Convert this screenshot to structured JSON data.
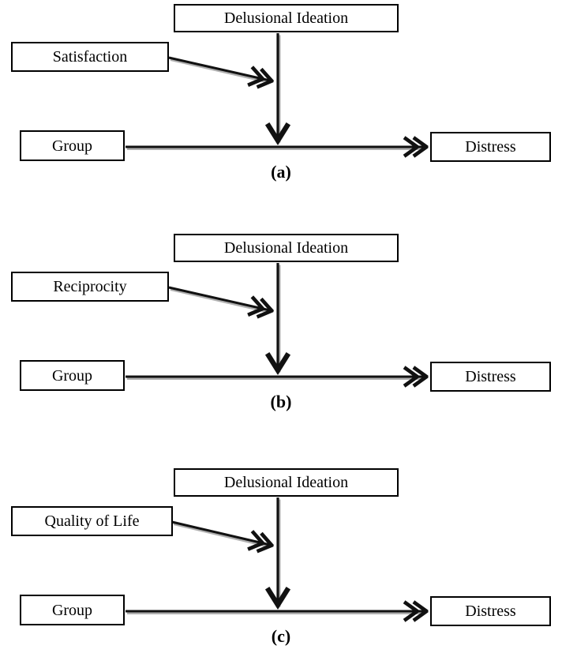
{
  "panels": [
    {
      "moderator": "Delusional Ideation",
      "predictor": "Satisfaction",
      "group": "Group",
      "outcome": "Distress",
      "label": "(a)"
    },
    {
      "moderator": "Delusional Ideation",
      "predictor": "Reciprocity",
      "group": "Group",
      "outcome": "Distress",
      "label": "(b)"
    },
    {
      "moderator": "Delusional Ideation",
      "predictor": "Quality of Life",
      "group": "Group",
      "outcome": "Distress",
      "label": "(c)"
    }
  ],
  "colors": {
    "line": "#111111",
    "shadow": "#b0b0b0",
    "border": "#000000",
    "background": "#ffffff"
  }
}
